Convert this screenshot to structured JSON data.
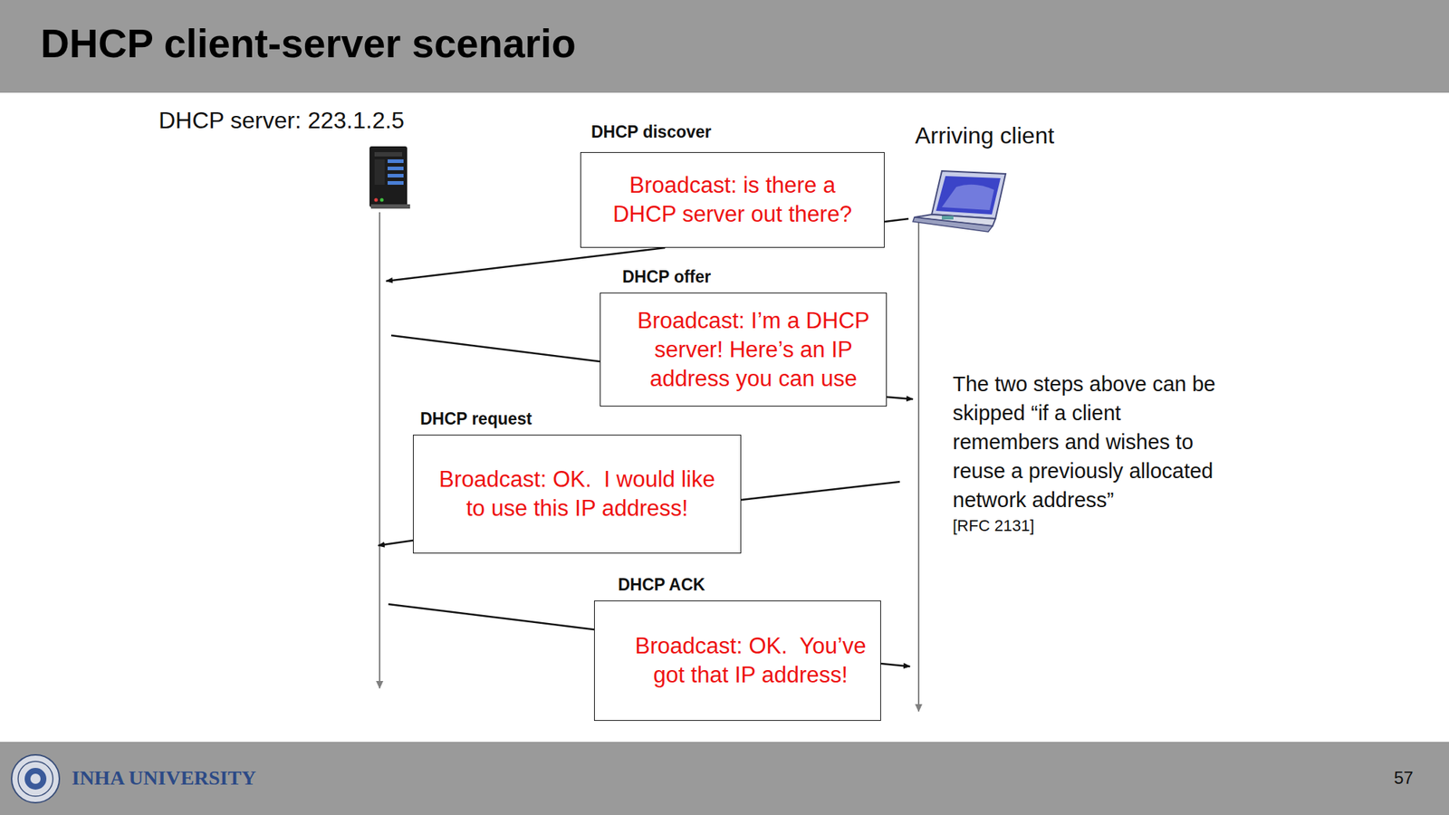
{
  "diagram": {
    "title": "DHCP client-server scenario",
    "nodes": [
      {
        "text": [
          "DHCP discover",
          "Broadcast: is there a DHCP server out there?"
        ]
      },
      {
        "text": [
          "DHCP offer",
          "Broadcast: I’m a DHCP server! Here’s an IP address you can use"
        ]
      },
      {
        "text": [
          "DHCP request",
          "Broadcast: OK.  I would like to use this IP address!"
        ]
      },
      {
        "text": [
          "DHCP ACK",
          "Broadcast: OK.  You’ve got that IP address!"
        ]
      }
    ],
    "labels": [
      "DHCP server: 223.1.2.5",
      "Arriving client",
      "The two steps above can be skipped “if a client remembers and wishes to reuse a previously allocated network address”",
      "[RFC 2131]",
      "INHA UNIVERSITY",
      "57"
    ]
  }
}
